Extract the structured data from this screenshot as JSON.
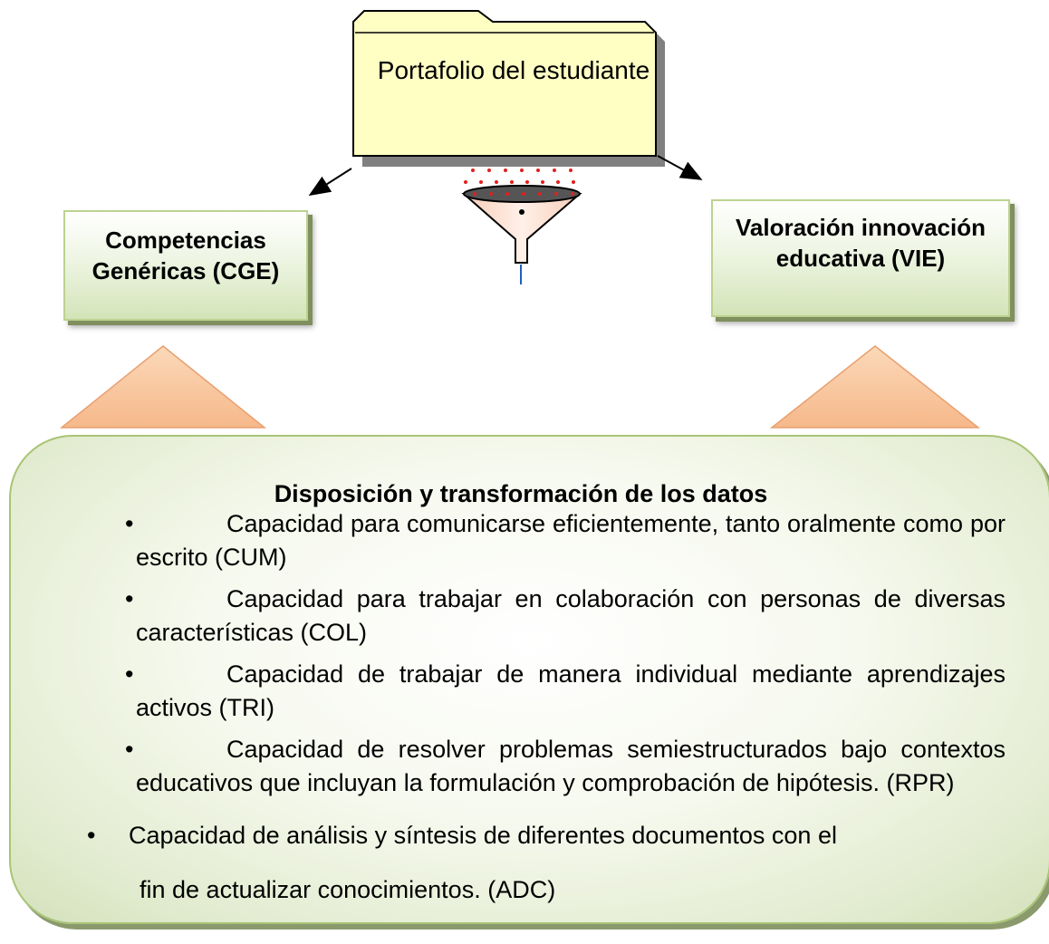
{
  "top": {
    "label": "Portafolio del estudiante"
  },
  "left_box": {
    "label": "Competencias Genéricas (CGE)"
  },
  "right_box": {
    "label": "Valoración innovación educativa (VIE)"
  },
  "panel": {
    "title": "Disposición y transformación de los datos",
    "bullet_symbol": "•",
    "items": [
      "Capacidad para comunicarse eficientemente, tanto oralmente como por escrito (CUM)",
      "Capacidad para trabajar en colaboración con personas de diversas características (COL)",
      "Capacidad de trabajar de manera individual mediante aprendizajes activos (TRI)",
      "Capacidad de resolver problemas semiestructurados bajo contextos educativos que incluyan la formulación y comprobación de hipótesis. (RPR)"
    ],
    "last_item": {
      "line1": "Capacidad de análisis y síntesis de diferentes documentos con el",
      "line2": "fin de actualizar conocimientos. (ADC)"
    }
  },
  "colors": {
    "folder_fill": "#ffffc4",
    "box_border": "#bcd28f",
    "panel_border": "#a9c476",
    "triangle_fill": "#f8c9a0",
    "funnel_fill": "#fde3d6",
    "dots": "#e0201e",
    "drip": "#1f5fbf"
  }
}
